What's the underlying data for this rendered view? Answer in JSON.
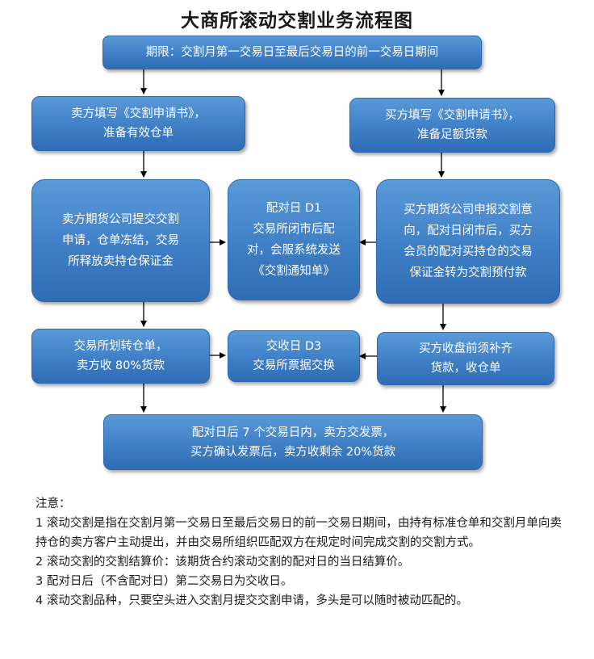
{
  "title": "大商所滚动交割业务流程图",
  "boxes": {
    "period": "期限：交割月第一交易日至最后交易日的前一交易日期间",
    "seller_fill": [
      "卖方填写《交割申请书》，",
      "准备有效仓单"
    ],
    "buyer_fill": [
      "买方填写《交割申请书》，",
      "准备足额货款"
    ],
    "seller_broker": [
      "卖方期货公司提交交割",
      "申请，仓单冻结，交易",
      "所释放卖持仓保证金"
    ],
    "match_day": [
      "配对日 D1",
      "交易所闭市后配",
      "对，会服系统发送",
      "《交割通知单》"
    ],
    "buyer_broker": [
      "买方期货公司申报交割意",
      "向，配对日闭市后，买方",
      "会员的配对买持仓的交易",
      "保证金转为交割预付款"
    ],
    "exchange_transfer": [
      "交易所划转仓单，",
      "卖方收 80%货款"
    ],
    "receipt_day": [
      "交收日 D3",
      "交易所票据交换"
    ],
    "buyer_pay": [
      "买方收盘前须补齐",
      "货款，收仓单"
    ],
    "final": [
      "配对日后 7 个交易日内，卖方交发票，",
      "买方确认发票后，卖方收剩余 20%货款"
    ]
  },
  "notes": {
    "heading": "注意：",
    "items": [
      "1 滚动交割是指在交割月第一交易日至最后交易日的前一交易日期间，由持有标准仓单和交割月单向卖持仓的卖方客户主动提出，并由交易所组织匹配双方在规定时间完成交割的交割方式。",
      "2 滚动交割的交割结算价：该期货合约滚动交割的配对日的当日结算价。",
      "3 配对日后（不含配对日）第二交易日为交收日。",
      "4 滚动交割品种，只要空头进入交割月提交交割申请，多头是可以随时被动匹配的。"
    ]
  }
}
